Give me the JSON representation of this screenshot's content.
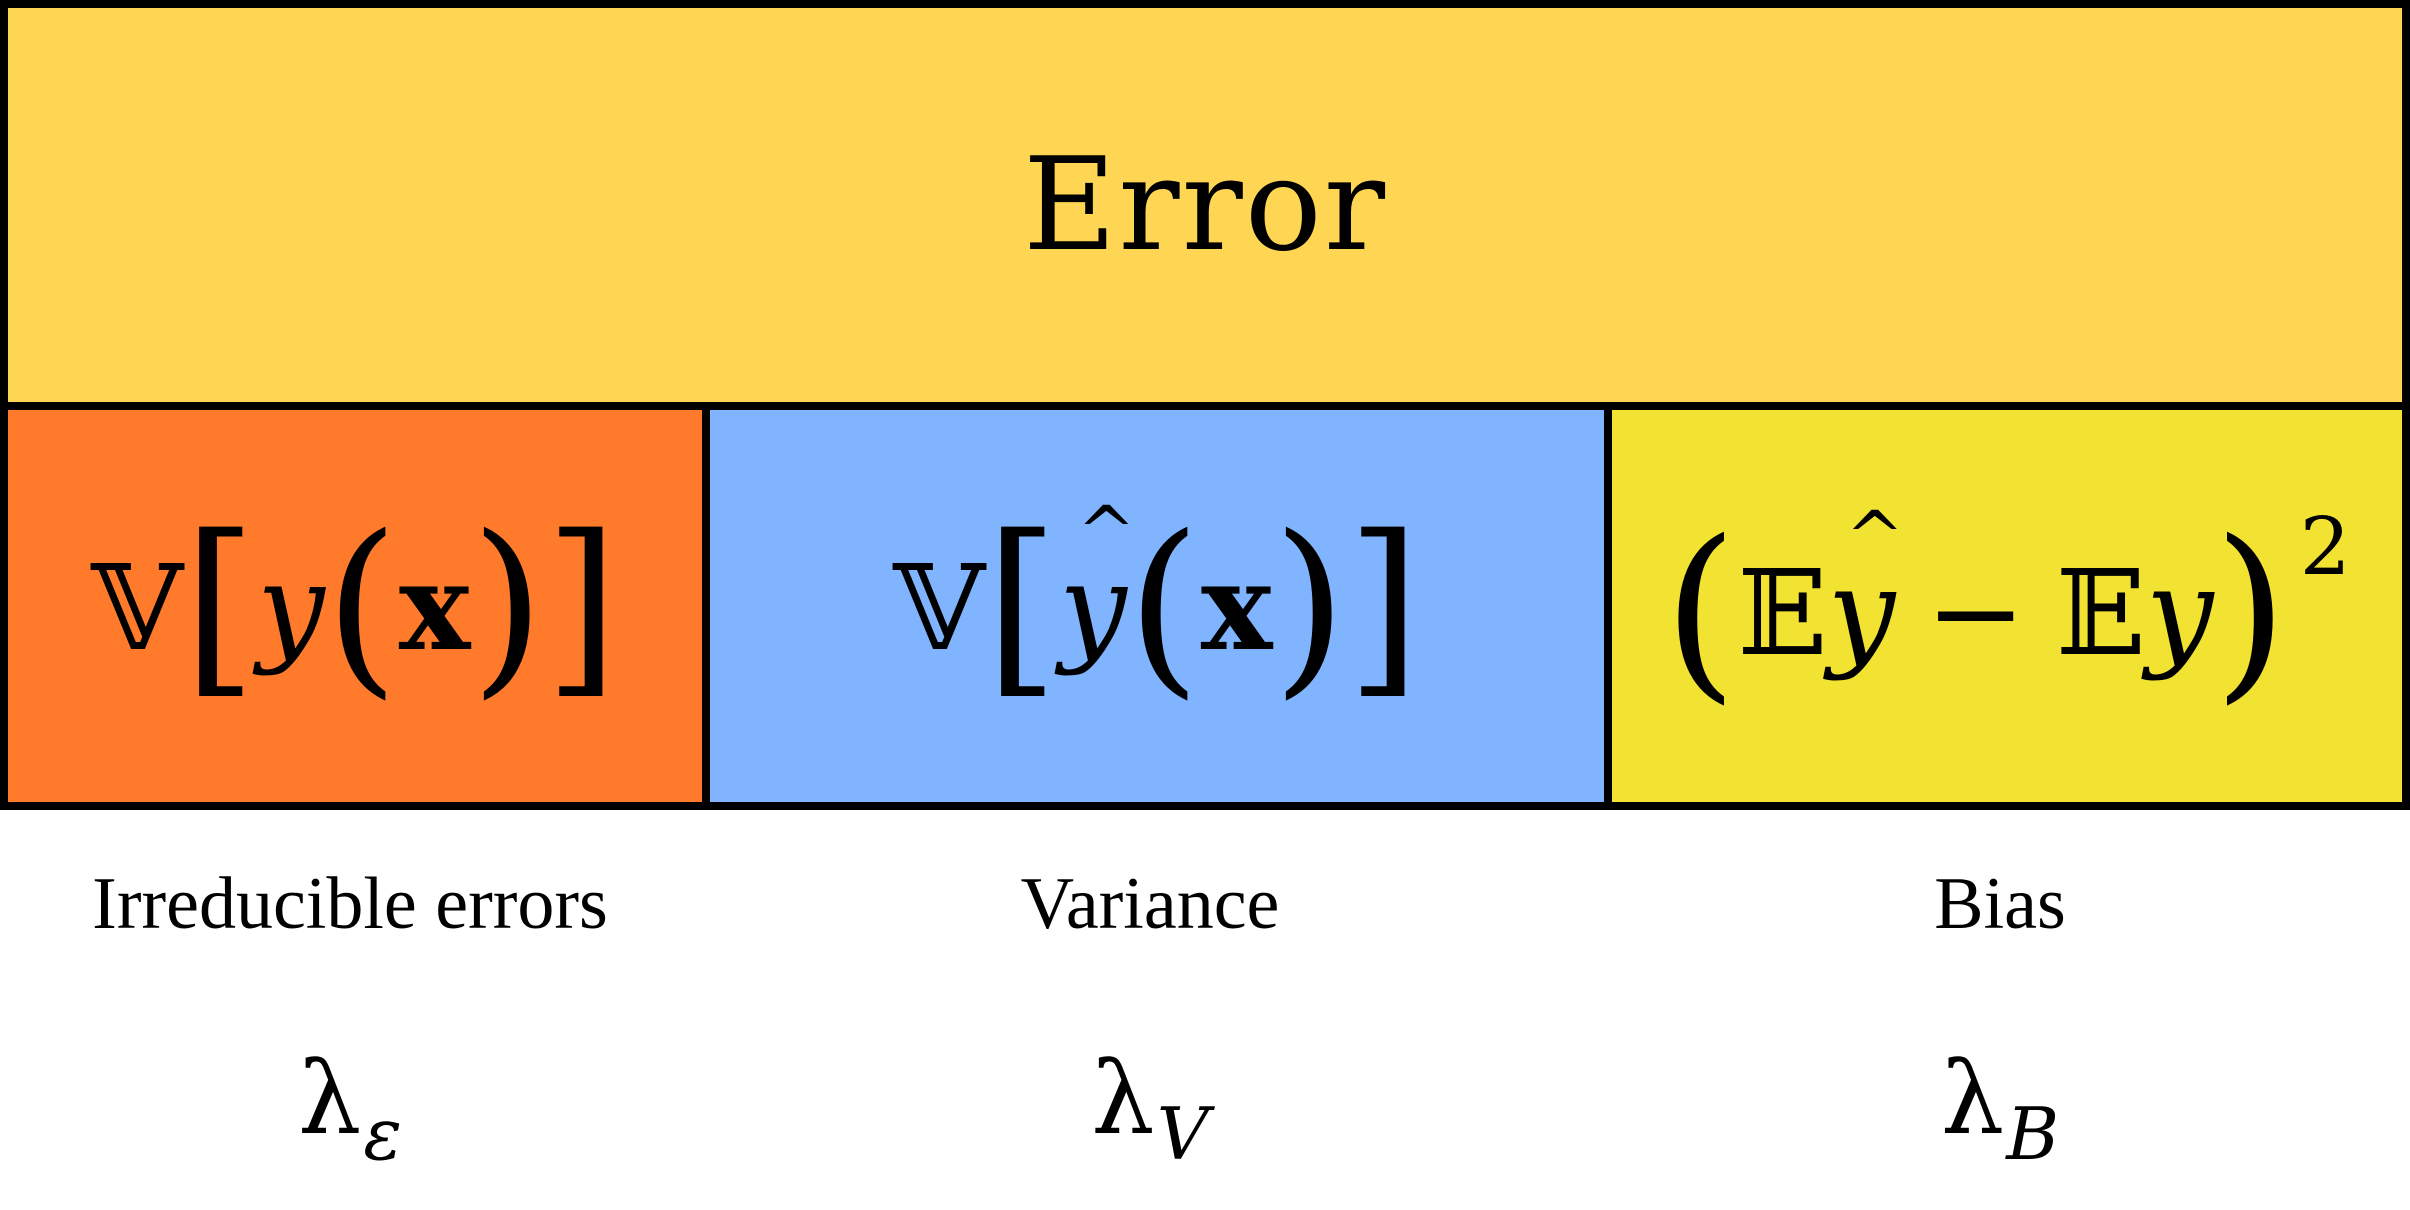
{
  "title": "Error",
  "components": [
    {
      "formula_parts": {
        "open_bracket": "[",
        "func": "y",
        "open_paren": "(",
        "var": "x",
        "close_paren": ")",
        "close_bracket": "]"
      },
      "variance_symbol": "𝕍",
      "label": "Irreducible errors",
      "lambda_symbol": "λ",
      "lambda_subscript": "ε",
      "color": "#FF7A2B"
    },
    {
      "formula_parts": {
        "open_bracket": "[",
        "func": "y",
        "open_paren": "(",
        "var": "x",
        "close_paren": ")",
        "close_bracket": "]"
      },
      "variance_symbol": "𝕍",
      "label": "Variance",
      "lambda_symbol": "λ",
      "lambda_subscript": "V",
      "color": "#80B4FE"
    },
    {
      "formula_parts": {
        "open_paren": "(",
        "expect_1": "𝔼",
        "yhat": "y",
        "minus": "−",
        "expect_2": "𝔼",
        "y": "y",
        "close_paren": ")",
        "power": "2"
      },
      "label": "Bias",
      "lambda_symbol": "λ",
      "lambda_subscript": "B",
      "color": "#F2E232"
    }
  ],
  "colors": {
    "top": "#FED654",
    "border": "#000000",
    "background": "#FFFFFF"
  }
}
